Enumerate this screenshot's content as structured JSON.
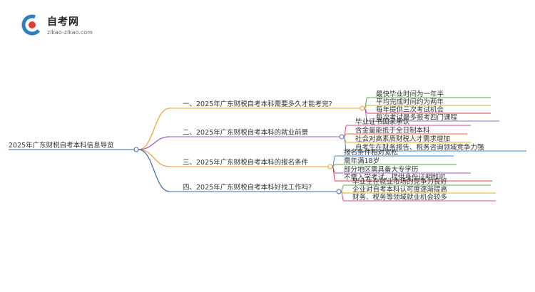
{
  "brand": {
    "name": "自考网",
    "url": "zikao-zikao.com",
    "colors": {
      "logo_blue": "#2e7fc1",
      "logo_red": "#e43c3c"
    }
  },
  "mindmap": {
    "root": "2025年广东财税自考本科信息导览",
    "branches": [
      {
        "label": "一、2025年广东财税自考本科需要多久才能考完?",
        "color": "#f0a038",
        "children": [
          {
            "label": "最快毕业时间为一年半",
            "color": "#58a84a"
          },
          {
            "label": "平均完成时间约为两年",
            "color": "#c8b43c"
          },
          {
            "label": "每年提供三次考试机会",
            "color": "#d84040"
          },
          {
            "label": "每次考试最多报考四门课程",
            "color": "#9a6ac4"
          }
        ]
      },
      {
        "label": "二、2025年广东财税自考本科的就业前景",
        "color": "#9a5ac8",
        "children": [
          {
            "label": "毕业证书国家承认",
            "color": "#d84a9a"
          },
          {
            "label": "含金量能抵于全日制本科",
            "color": "#e86a2a"
          },
          {
            "label": "社会对高素质财税人才需求增加",
            "color": "#e0b020"
          },
          {
            "label": "自考生在财务报告、税务咨询领域竞争力强",
            "color": "#3a8ad8"
          }
        ]
      },
      {
        "label": "三、2025年广东财税自考本科的报名条件",
        "color": "#f0a038",
        "children": [
          {
            "label": "报名条件相对宽松",
            "color": "#3a8ad8"
          },
          {
            "label": "需年满18岁",
            "color": "#58a84a"
          },
          {
            "label": "部分地区需具备大专学历",
            "color": "#9a5ac8"
          },
          {
            "label": "不需入学考试，提供身份证明即可",
            "color": "#d84040"
          }
        ]
      },
      {
        "label": "四、2025年广东财税自考本科好找工作吗?",
        "color": "#3a6ab8",
        "children": [
          {
            "label": "毕业生在就业市场的竞争力良好",
            "color": "#58a84a"
          },
          {
            "label": "企业对自考本科认可度逐渐提高",
            "color": "#e0b020"
          },
          {
            "label": "财务、税务等领域就业机会较多",
            "color": "#d84a9a"
          }
        ]
      }
    ]
  }
}
